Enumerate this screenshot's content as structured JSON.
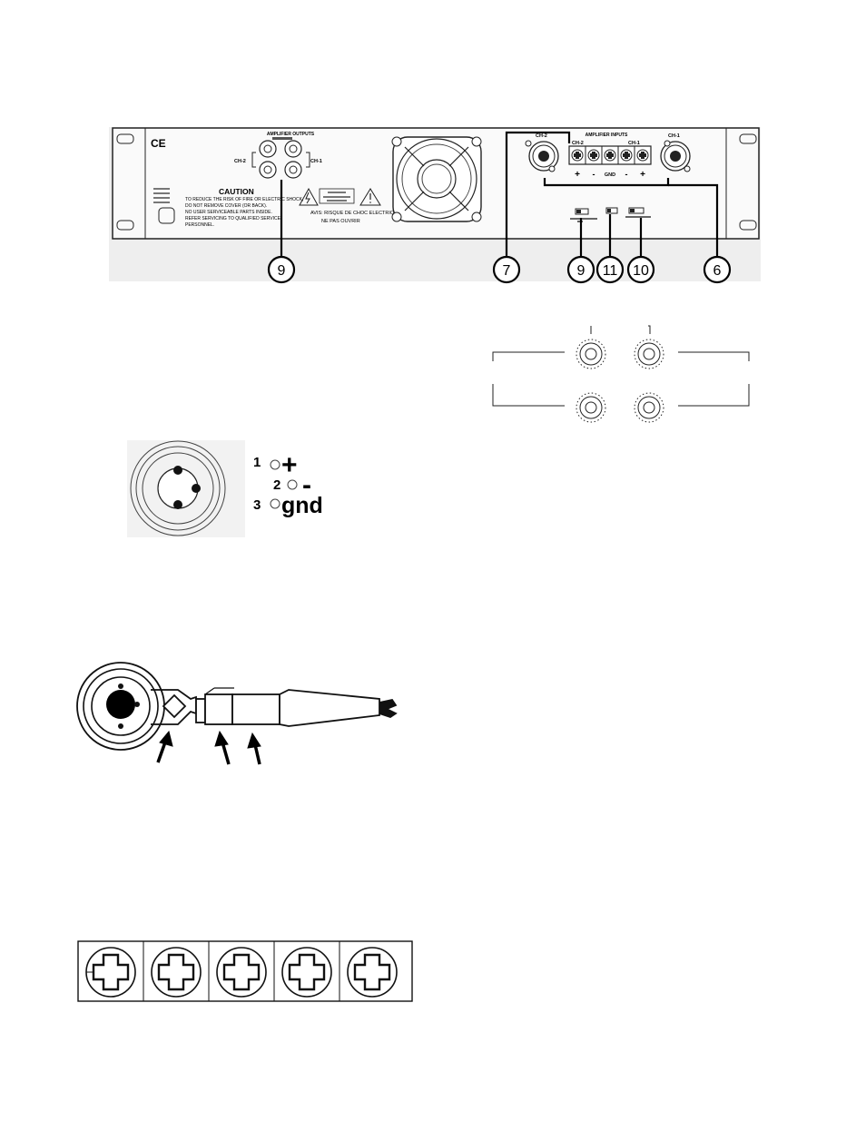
{
  "rear_panel": {
    "amplifier_outputs_label": "AMPLIFIER OUTPUTS",
    "amplifier_inputs_label": "AMPLIFIER INPUTS",
    "out_ch2": "CH-2",
    "out_ch1": "CH-1",
    "in_ch2": "CH-2",
    "in_ch1": "CH-1",
    "xlr_ch2": "CH-2",
    "xlr_ch1": "CH-1",
    "ce_mark": "CE",
    "caution_title": "CAUTION",
    "caution_lines": [
      "TO REDUCE THE RISK OF FIRE OR ELECTRIC SHOCK,",
      "DO NOT REMOVE COVER (OR BACK).",
      "NO USER SERVICEABLE PARTS INSIDE.",
      "REFER SERVICING TO QUALIFIED SERVICE",
      "PERSONNEL."
    ],
    "avis_line1": "AVIS: RISQUE DE CHOC ELECTRIQUE",
    "avis_line2": "NE PAS OUVRIR",
    "terminal_signs": [
      "+",
      "-",
      "GND",
      "-",
      "+"
    ]
  },
  "callouts": [
    "9",
    "7",
    "9",
    "11",
    "10",
    "6"
  ],
  "xlr_pins": {
    "pin1_number": "1",
    "pin1_sign": "+",
    "pin2_number": "2",
    "pin2_sign": "-",
    "pin3_number": "3",
    "pin3_sign": "gnd"
  }
}
